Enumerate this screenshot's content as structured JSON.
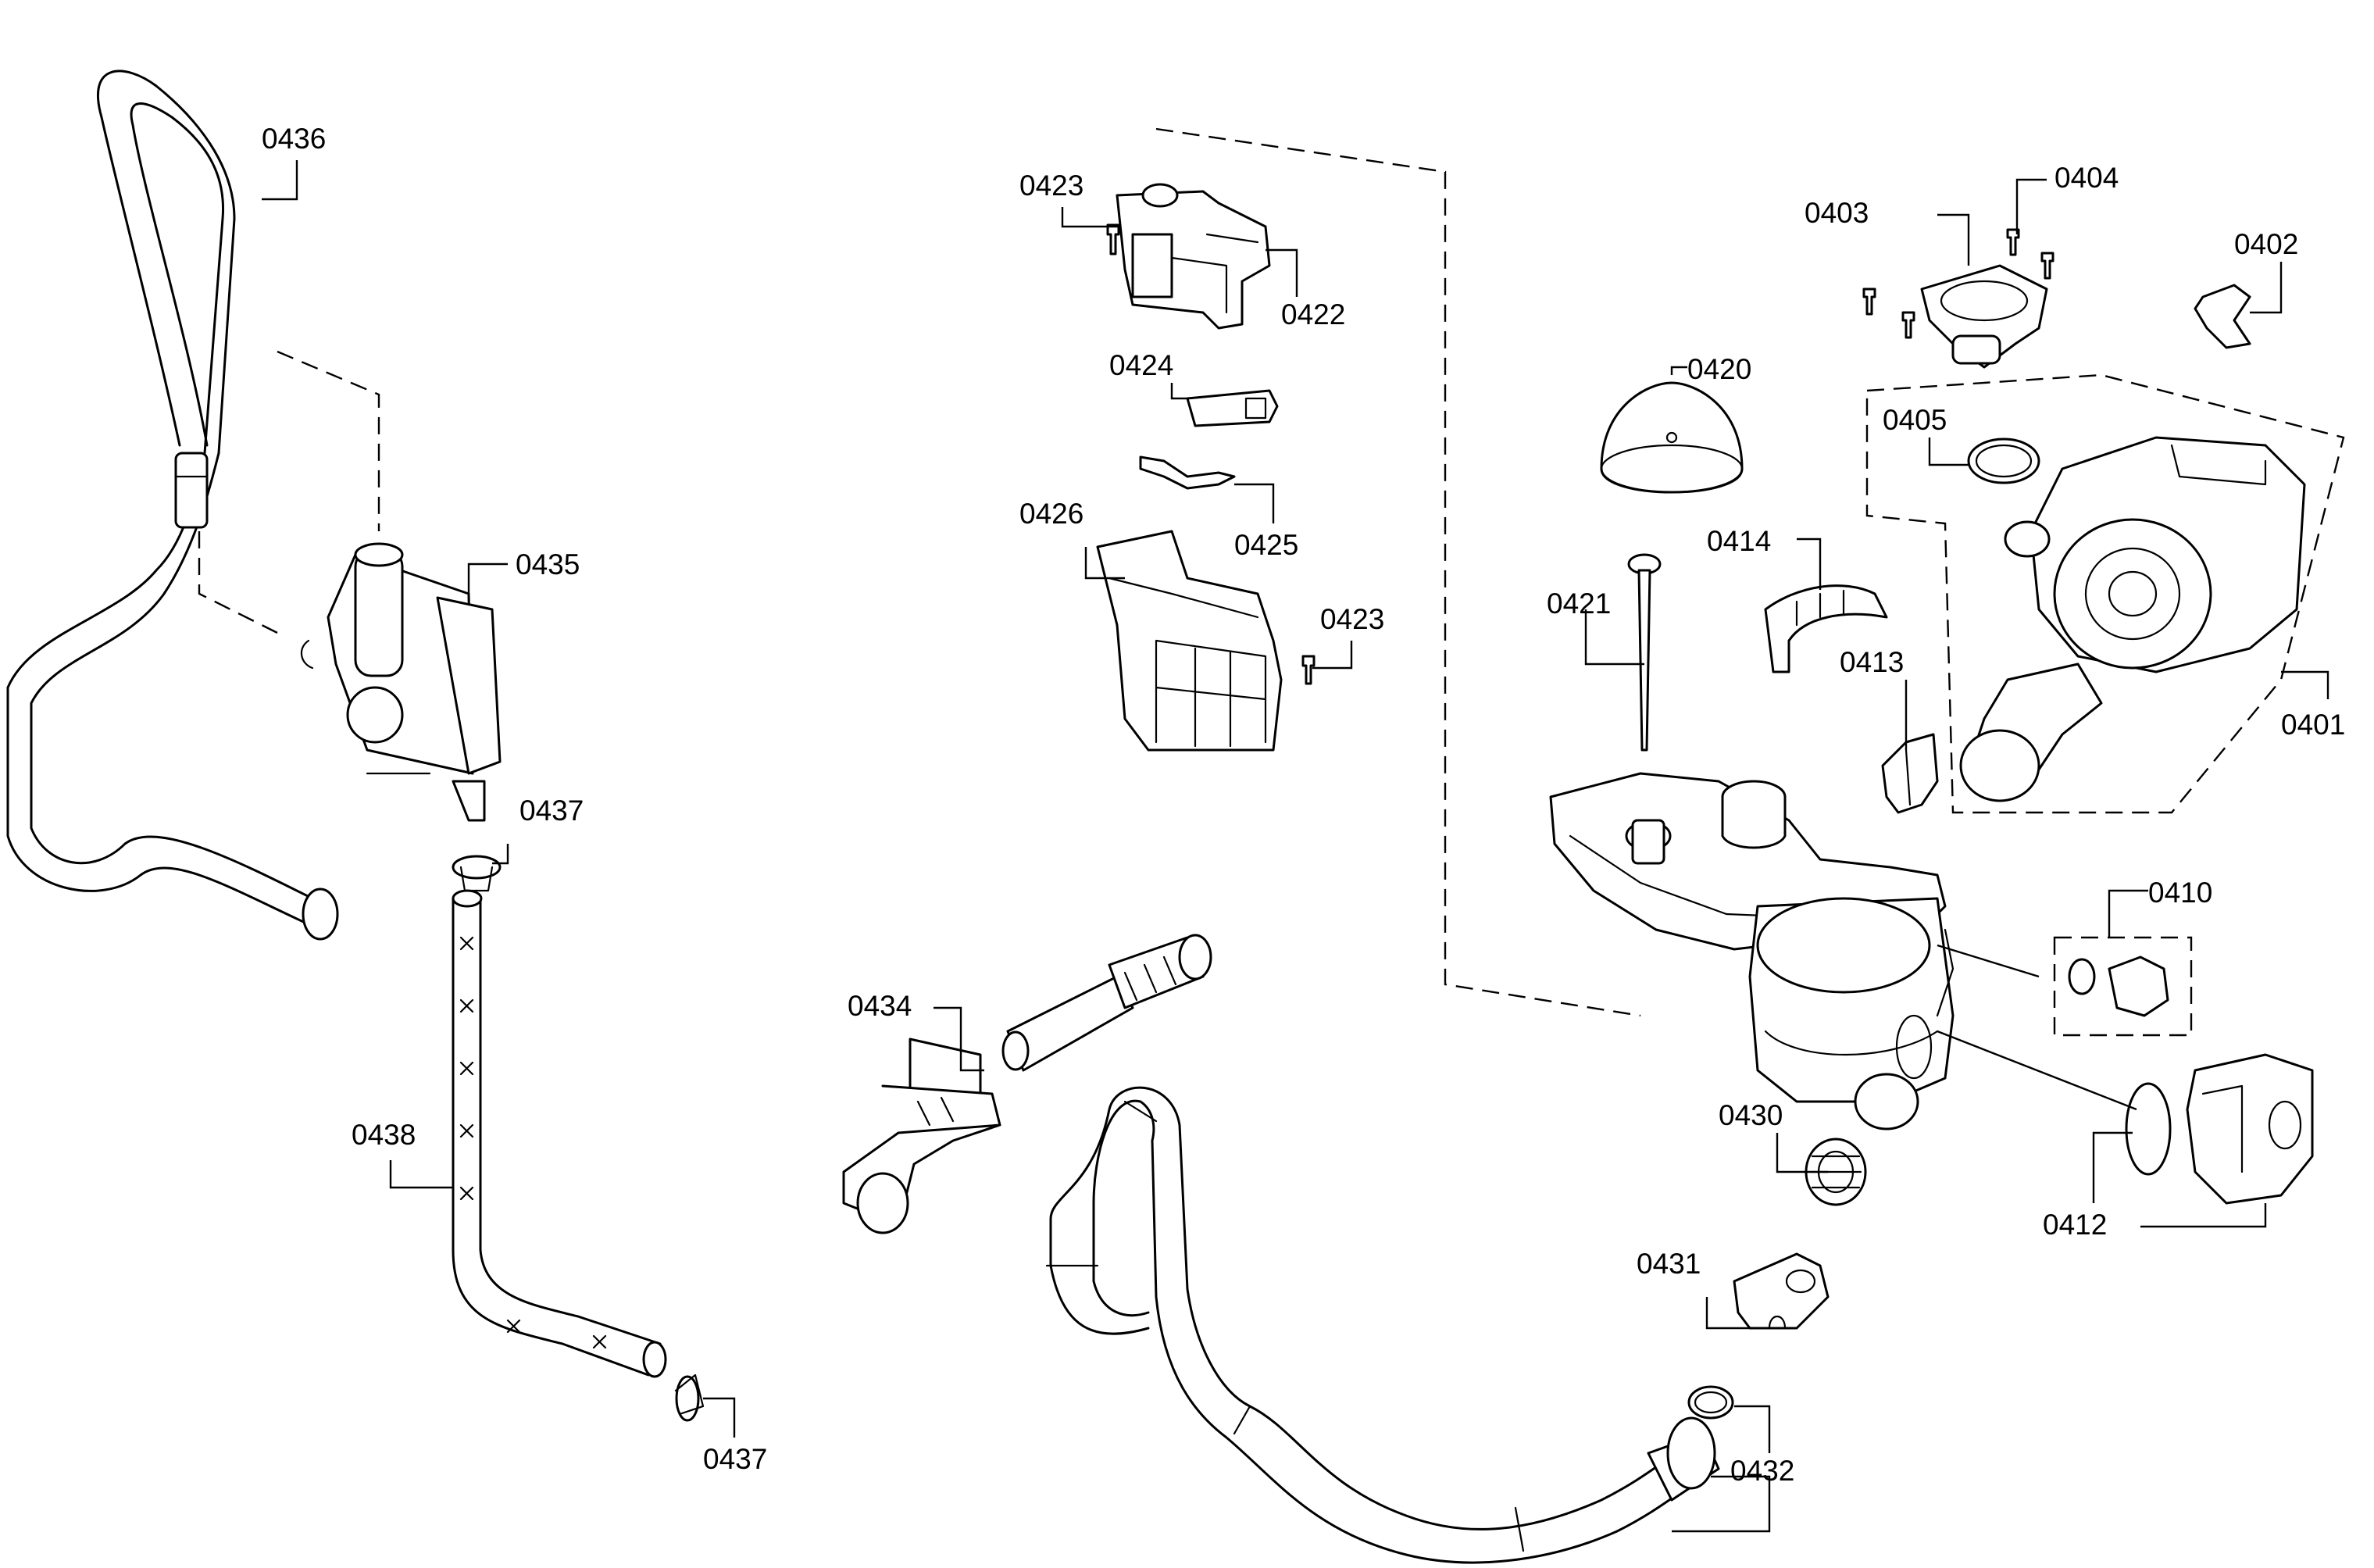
{
  "labels": {
    "p0401": "0401",
    "p0402": "0402",
    "p0403": "0403",
    "p0404": "0404",
    "p0405": "0405",
    "p0410": "0410",
    "p0412": "0412",
    "p0413": "0413",
    "p0414": "0414",
    "p0420": "0420",
    "p0421": "0421",
    "p0422": "0422",
    "p0423a": "0423",
    "p0423b": "0423",
    "p0424": "0424",
    "p0425": "0425",
    "p0426": "0426",
    "p0430": "0430",
    "p0431": "0431",
    "p0432": "0432",
    "p0434": "0434",
    "p0435": "0435",
    "p0436": "0436",
    "p0437a": "0437",
    "p0437b": "0437",
    "p0438": "0438"
  }
}
